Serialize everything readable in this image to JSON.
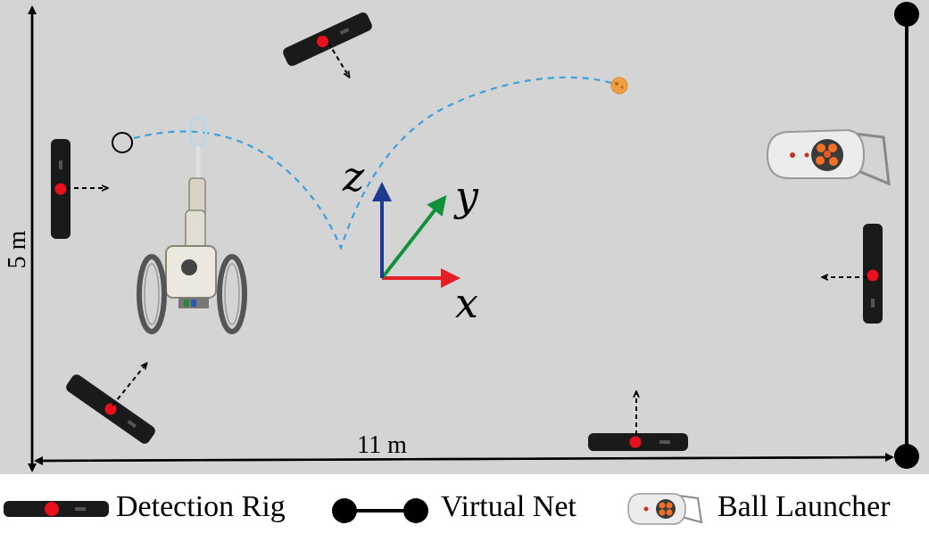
{
  "dimensions": {
    "width_label": "11 m",
    "height_label": "5 m"
  },
  "axes": {
    "x_label": "x",
    "y_label": "y",
    "z_label": "z",
    "x_color": "#e31e24",
    "y_color": "#12913c",
    "z_color": "#1f3a93"
  },
  "colors": {
    "field": "#d4d4d4",
    "trajectory": "#3aa0dc",
    "rig_body": "#1a1a1a",
    "rig_dot": "#e8101a",
    "ball": "#f0a040"
  },
  "legend": {
    "detection_rig": "Detection Rig",
    "virtual_net": "Virtual Net",
    "ball_launcher": "Ball Launcher"
  }
}
